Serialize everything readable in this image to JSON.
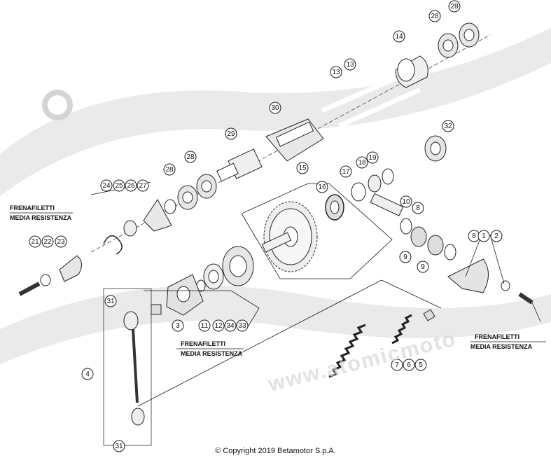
{
  "copyright": "© Copyright 2019 Betamotor S.p.A.",
  "watermark": "www.atomicmoto",
  "notes": [
    {
      "line1": "FRENAFILETTI",
      "line2": "MEDIA RESISTENZA"
    },
    {
      "line1": "FRENAFILETTI",
      "line2": "MEDIA RESISTENZA"
    },
    {
      "line1": "FRENAFILETTI",
      "line2": "MEDIA RESISTENZA"
    }
  ],
  "callouts": [
    "28",
    "28",
    "14",
    "13",
    "13",
    "30",
    "32",
    "29",
    "28",
    "28",
    "19",
    "18",
    "17",
    "15",
    "16",
    "24",
    "25",
    "26",
    "27",
    "10",
    "8",
    "21",
    "22",
    "23",
    "9",
    "9",
    "8",
    "1",
    "2",
    "31",
    "3",
    "11",
    "12",
    "34",
    "33",
    "4",
    "7",
    "6",
    "5",
    "31"
  ],
  "colors": {
    "line": "#1a1a1a",
    "watermark": "#d9d9d9",
    "part_fill": "#f2f2f2",
    "part_dark": "#8a8a8a"
  }
}
